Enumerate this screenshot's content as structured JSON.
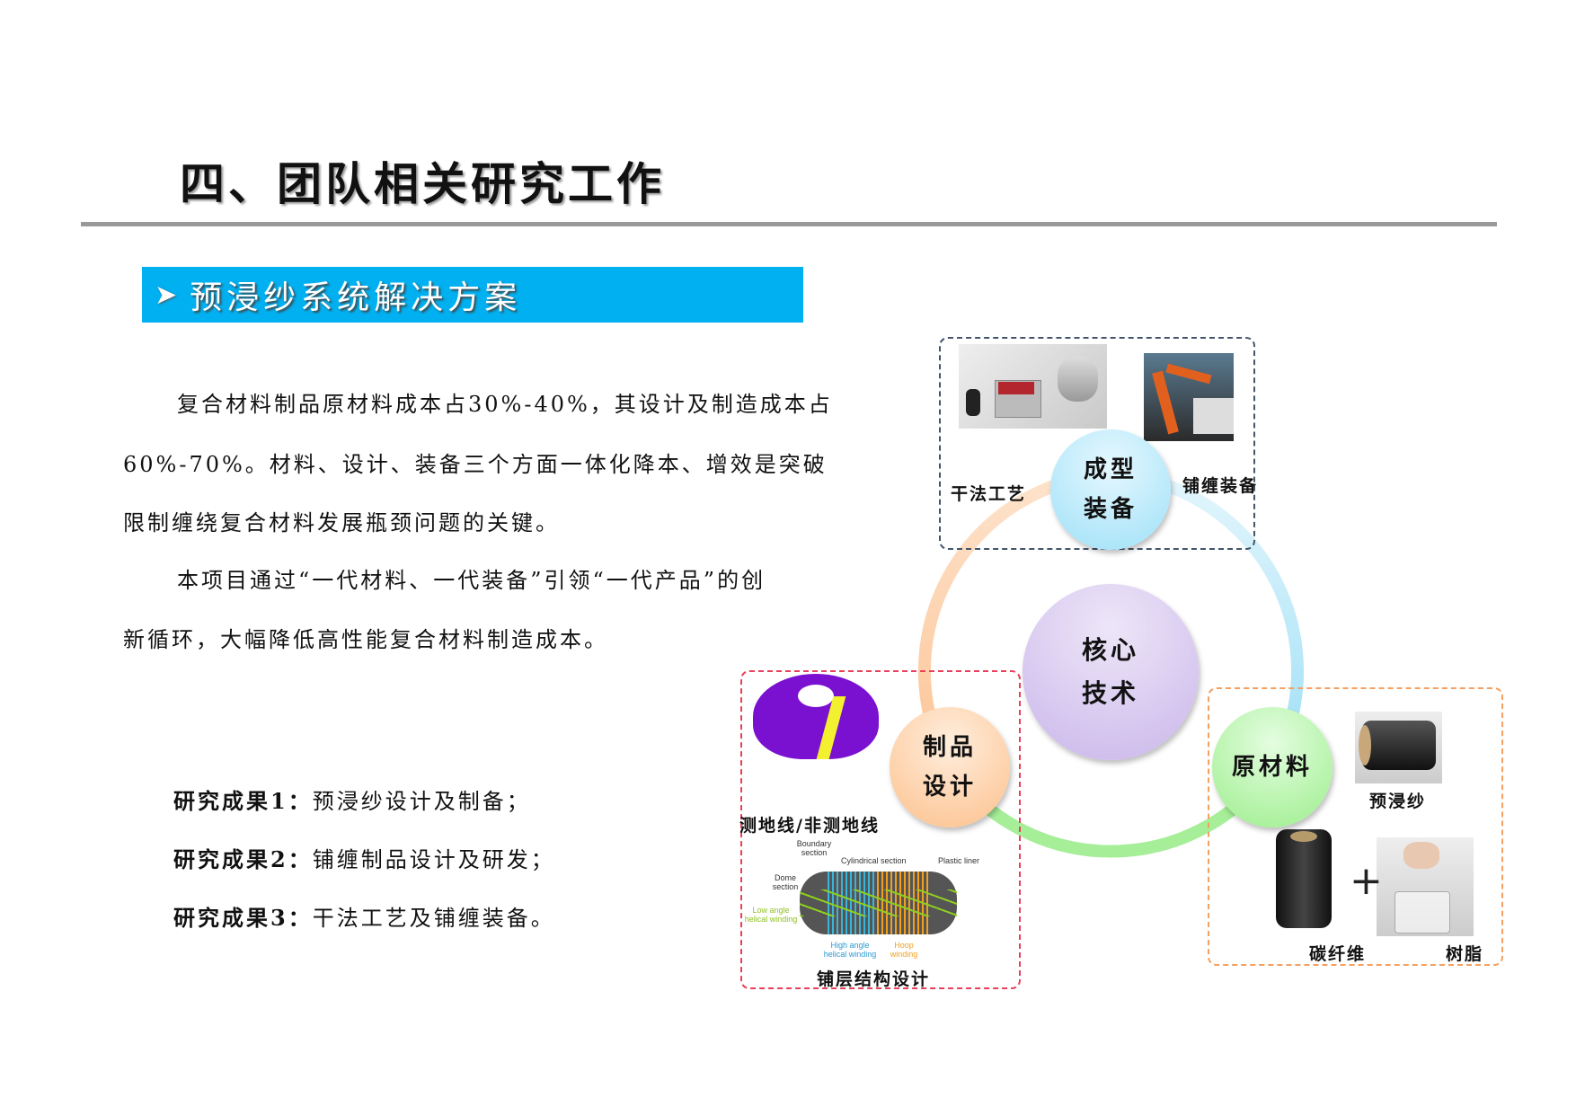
{
  "header": {
    "title": "四、团队相关研究工作",
    "section_banner": "预浸纱系统解决方案",
    "banner_icon": "arrow-right-icon",
    "banner_color": "#00B0F0"
  },
  "body": {
    "paragraphs": [
      "复合材料制品原材料成本占30%-40%，其设计及制造成本占",
      "60%-70%。材料、设计、装备三个方面一体化降本、增效是突破",
      "限制缠绕复合材料发展瓶颈问题的关键。",
      "本项目通过“一代材料、一代装备”引领“一代产品”的创",
      "新循环，大幅降低高性能复合材料制造成本。"
    ],
    "results": [
      {
        "label": "研究成果1：",
        "text": "预浸纱设计及制备；"
      },
      {
        "label": "研究成果2：",
        "text": "铺缠制品设计及研发；"
      },
      {
        "label": "研究成果3：",
        "text": "干法工艺及铺缠装备。"
      }
    ]
  },
  "diagram": {
    "center": [
      "核心",
      "技术"
    ],
    "equipment_node": [
      "成型",
      "装备"
    ],
    "product_node": [
      "制品",
      "设计"
    ],
    "material_node": "原材料",
    "labels": {
      "dry_process": "干法工艺",
      "winding_equipment": "铺缠装备",
      "prepreg_yarn": "预浸纱",
      "carbon_fiber": "碳纤维",
      "resin": "树脂",
      "plus": "+",
      "geodesic": "测地线/非测地线",
      "layup_design": "铺层结构设计"
    },
    "winding_figure": {
      "boundary": "Boundary section",
      "cylindrical": "Cylindrical section",
      "liner": "Plastic liner",
      "dome": "Dome section",
      "low_angle": "Low angle helical winding",
      "high_angle": "High angle helical winding",
      "hoop": "Hoop winding"
    },
    "colors": {
      "equipment": "#A8E4F8",
      "product": "#FDC89A",
      "material": "#A8F0A0",
      "center": "#D4C4EE",
      "box_top": "#44546A",
      "box_left": "#E8405A",
      "box_right": "#F4A060"
    }
  }
}
